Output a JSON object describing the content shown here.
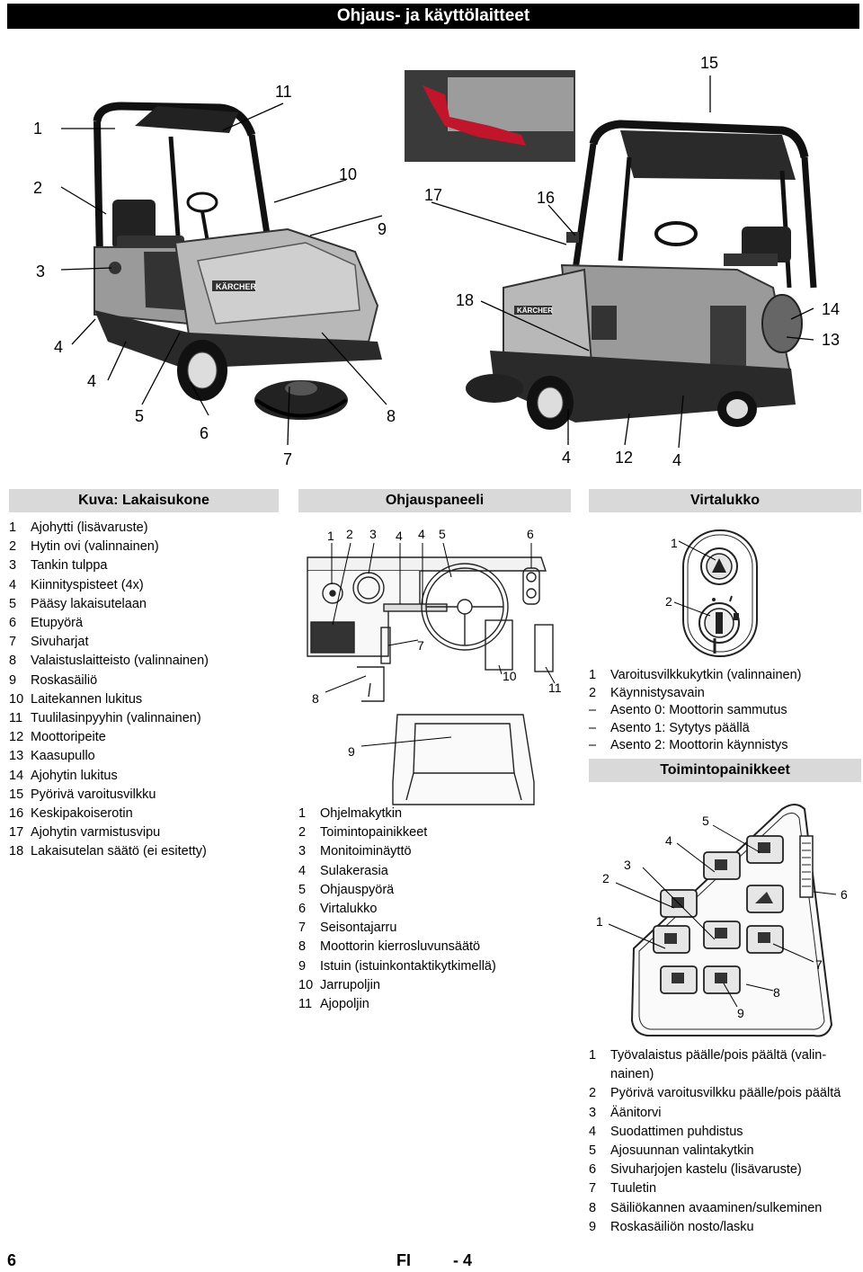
{
  "title": "Ohjaus- ja käyttölaitteet",
  "machine_callouts": [
    "1",
    "2",
    "3",
    "4",
    "4",
    "5",
    "6",
    "7",
    "8",
    "9",
    "10",
    "11",
    "15",
    "17",
    "16",
    "18",
    "14",
    "13",
    "4",
    "12",
    "4"
  ],
  "panel_callouts": [
    "1",
    "2",
    "3",
    "4",
    "4",
    "5",
    "6",
    "7",
    "8",
    "9",
    "10",
    "11"
  ],
  "key_callouts": [
    "1",
    "2"
  ],
  "buttons_callouts": [
    "1",
    "2",
    "3",
    "4",
    "5",
    "6",
    "7",
    "8",
    "9"
  ],
  "sections": {
    "machine": {
      "heading": "Kuva: Lakaisukone",
      "items": [
        {
          "n": "1",
          "t": "Ajohytti (lisävaruste)"
        },
        {
          "n": "2",
          "t": "Hytin ovi (valinnainen)"
        },
        {
          "n": "3",
          "t": "Tankin tulppa"
        },
        {
          "n": "4",
          "t": "Kiinnityspisteet (4x)"
        },
        {
          "n": "5",
          "t": "Pääsy lakaisutelaan"
        },
        {
          "n": "6",
          "t": "Etupyörä"
        },
        {
          "n": "7",
          "t": "Sivuharjat"
        },
        {
          "n": "8",
          "t": "Valaistuslaitteisto (valinnainen)"
        },
        {
          "n": "9",
          "t": "Roskasäiliö"
        },
        {
          "n": "10",
          "t": "Laitekannen lukitus"
        },
        {
          "n": "11",
          "t": "Tuulilasinpyyhin (valinnainen)"
        },
        {
          "n": "12",
          "t": "Moottoripeite"
        },
        {
          "n": "13",
          "t": "Kaasupullo"
        },
        {
          "n": "14",
          "t": "Ajohytin lukitus"
        },
        {
          "n": "15",
          "t": "Pyörivä varoitusvilkku"
        },
        {
          "n": "16",
          "t": "Keskipakoiserotin"
        },
        {
          "n": "17",
          "t": "Ajohytin varmistusvipu"
        },
        {
          "n": "18",
          "t": "Lakaisutelan säätö (ei esitetty)"
        }
      ]
    },
    "panel": {
      "heading": "Ohjauspaneeli",
      "items": [
        {
          "n": "1",
          "t": "Ohjelmakytkin"
        },
        {
          "n": "2",
          "t": "Toimintopainikkeet"
        },
        {
          "n": "3",
          "t": "Monitoiminäyttö"
        },
        {
          "n": "4",
          "t": "Sulakerasia"
        },
        {
          "n": "5",
          "t": "Ohjauspyörä"
        },
        {
          "n": "6",
          "t": "Virtalukko"
        },
        {
          "n": "7",
          "t": "Seisontajarru"
        },
        {
          "n": "8",
          "t": "Moottorin kierrosluvunsäätö"
        },
        {
          "n": "9",
          "t": "Istuin (istuinkontaktikytkimellä)"
        },
        {
          "n": "10",
          "t": "Jarrupoljin"
        },
        {
          "n": "11",
          "t": "Ajopoljin"
        }
      ]
    },
    "key": {
      "heading": "Virtalukko",
      "items": [
        {
          "n": "1",
          "t": "Varoitusvilkkukytkin (valinnainen)"
        },
        {
          "n": "2",
          "t": "Käynnistysavain"
        }
      ],
      "subitems": [
        {
          "d": "–",
          "t": "Asento 0: Moottorin sammutus"
        },
        {
          "d": "–",
          "t": "Asento 1: Sytytys päällä"
        },
        {
          "d": "–",
          "t": "Asento 2: Moottorin käynnistys"
        }
      ]
    },
    "buttons": {
      "heading": "Toimintopainikkeet",
      "items": [
        {
          "n": "1",
          "t": "Työvalaistus päälle/pois päältä (valin-"
        },
        {
          "n": "",
          "t": "nainen)"
        },
        {
          "n": "2",
          "t": "Pyörivä varoitusvilkku päälle/pois päältä"
        },
        {
          "n": "3",
          "t": "Äänitorvi"
        },
        {
          "n": "4",
          "t": "Suodattimen puhdistus"
        },
        {
          "n": "5",
          "t": "Ajosuunnan valintakytkin"
        },
        {
          "n": "6",
          "t": "Sivuharjojen kastelu (lisävaruste)"
        },
        {
          "n": "7",
          "t": "Tuuletin"
        },
        {
          "n": "8",
          "t": "Säiliökannen avaaminen/sulkeminen"
        },
        {
          "n": "9",
          "t": "Roskasäiliön nosto/lasku"
        }
      ]
    }
  },
  "footer": {
    "page": "6",
    "lang": "FI",
    "sub": "- 4"
  }
}
